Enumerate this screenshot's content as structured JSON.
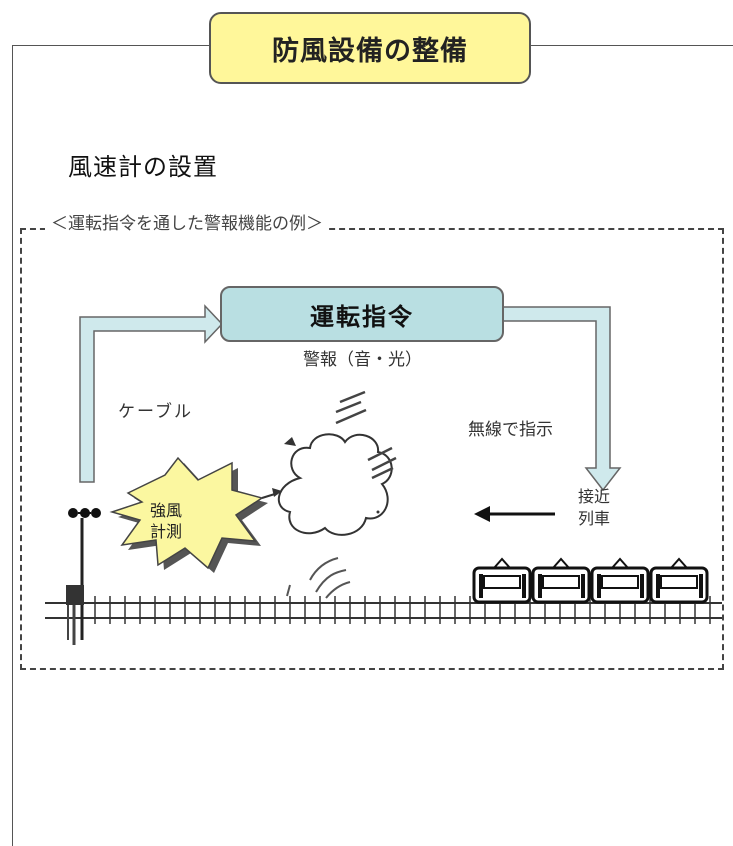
{
  "title": "防風設備の整備",
  "section_heading": "風速計の設置",
  "example_caption": "＜運転指令を通した警報機能の例＞",
  "diagram": {
    "command_center": "運転指令",
    "alarm": "警報（音・光）",
    "cable": "ケーブル",
    "radio_instruction": "無線で指示",
    "approaching_train_line1": "接近",
    "approaching_train_line2": "列車",
    "strong_wind_line1": "強風",
    "strong_wind_line2": "計測"
  },
  "colors": {
    "title_fill": "#fff79a",
    "command_fill": "#b9dfe2",
    "arrow_fill": "#cfe9ec",
    "starburst_fill": "#fbf7a0"
  },
  "icons": [
    "anemometer-icon",
    "wind-cloud-icon",
    "train-icon",
    "railway-track-icon",
    "starburst-icon"
  ]
}
